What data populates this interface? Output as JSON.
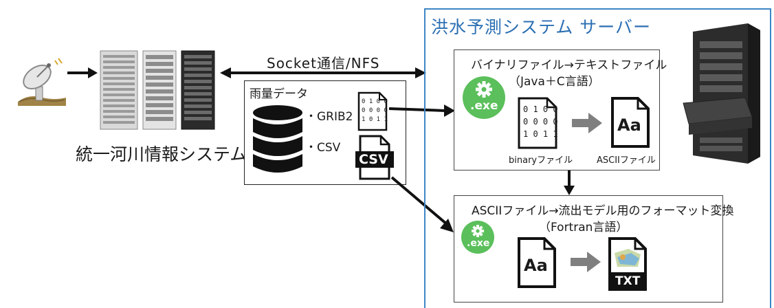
{
  "left": {
    "system_label": "統一河川情報システム"
  },
  "link": {
    "label": "Socket通信/NFS"
  },
  "rain": {
    "title": "雨量データ",
    "format1": "・GRIB2",
    "format2": "・CSV",
    "csv_icon_text": "CSV",
    "binary_rows": [
      "0 1 0 0",
      "0 0 0 0",
      "1 0 1 1"
    ]
  },
  "server": {
    "title": "洪水予測システム サーバー",
    "stage1": {
      "title": "バイナリファイル→テキストファイル",
      "subtitle": "（Java＋C言語）",
      "exe_label": ".exe",
      "binary_rows": [
        "0 1 0 0",
        "0 0 0 0",
        "1 0 1 1"
      ],
      "binary_caption": "binaryファイル",
      "ascii_icon_text": "Aa",
      "ascii_caption": "ASCIIファイル"
    },
    "stage2": {
      "title": "ASCIIファイル→流出モデル用のフォーマット変換",
      "subtitle": "（Fortran言語）",
      "exe_label": ".exe",
      "ascii_icon_text": "Aa",
      "txt_icon_text": "TXT"
    }
  },
  "colors": {
    "accent_blue": "#3d86c6",
    "exe_green": "#5bbf5b",
    "arrow_gray": "#7f7f7f"
  },
  "icons": [
    "satellite-dish-icon",
    "server-rack-icon",
    "database-icon",
    "binary-file-icon",
    "csv-file-icon",
    "exe-gear-icon",
    "ascii-file-icon",
    "txt-file-icon",
    "server-tower-icon"
  ]
}
